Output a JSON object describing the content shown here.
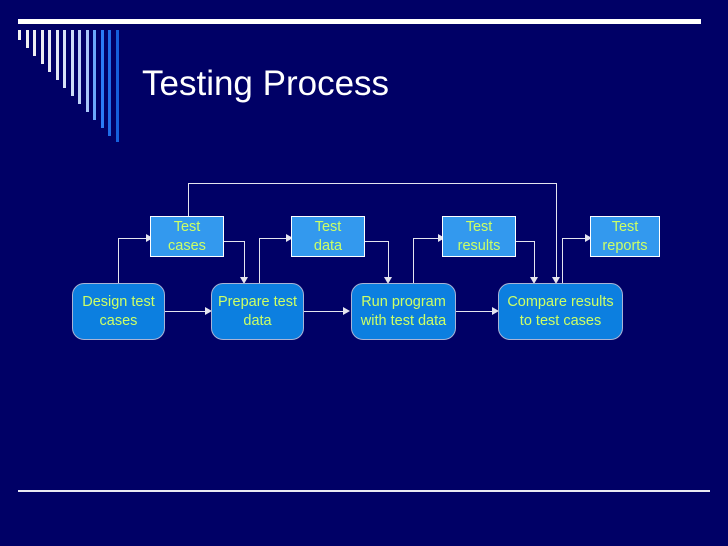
{
  "slide": {
    "title": "Testing Process",
    "background_color": "#000066",
    "title_color": "#ffffff",
    "artifact_box_color": "#3399ee",
    "process_box_color": "#0c7fe0",
    "node_text_color": "#ccff66",
    "connector_color": "#e4e4ef",
    "rule_color": "#ffffff"
  },
  "decoration": {
    "name": "bar-fan",
    "bars": [
      {
        "height": 10,
        "color": "#f2f2f2"
      },
      {
        "height": 18,
        "color": "#f0f0f2"
      },
      {
        "height": 26,
        "color": "#eeeef2"
      },
      {
        "height": 34,
        "color": "#ebebf2"
      },
      {
        "height": 42,
        "color": "#e6e9f4"
      },
      {
        "height": 50,
        "color": "#e0e6f5"
      },
      {
        "height": 58,
        "color": "#d8e2f6"
      },
      {
        "height": 66,
        "color": "#ccdcf7"
      },
      {
        "height": 74,
        "color": "#bdd2f8"
      },
      {
        "height": 82,
        "color": "#a8c6f9"
      },
      {
        "height": 90,
        "color": "#6aa8fa"
      },
      {
        "height": 98,
        "color": "#2b7cf5"
      },
      {
        "height": 106,
        "color": "#1f6de8"
      },
      {
        "height": 112,
        "color": "#1560dd"
      }
    ]
  },
  "flowchart": {
    "artifacts": [
      {
        "id": "test-cases",
        "line1": "Test",
        "line2": "cases"
      },
      {
        "id": "test-data",
        "line1": "Test",
        "line2": "data"
      },
      {
        "id": "test-results",
        "line1": "Test",
        "line2": "results"
      },
      {
        "id": "test-reports",
        "line1": "Test",
        "line2": "reports"
      }
    ],
    "processes": [
      {
        "id": "design-test-cases",
        "line1": "Design test",
        "line2": "cases"
      },
      {
        "id": "prepare-test-data",
        "line1": "Prepare test",
        "line2": "data"
      },
      {
        "id": "run-program",
        "line1": "Run program",
        "line2": "with test data"
      },
      {
        "id": "compare-results",
        "line1": "Compare results",
        "line2": "to test cases"
      }
    ]
  }
}
